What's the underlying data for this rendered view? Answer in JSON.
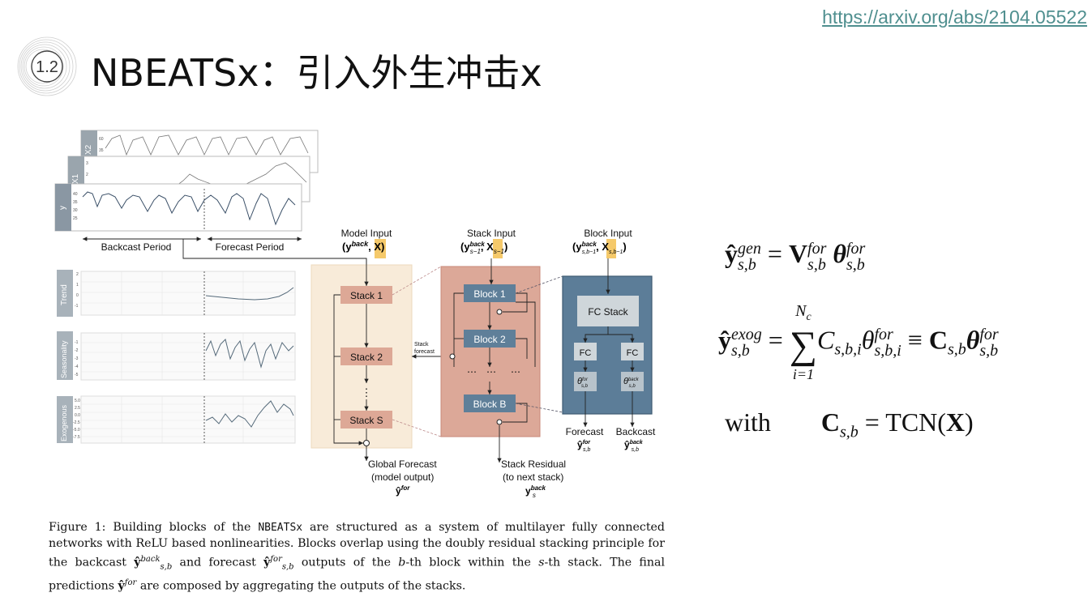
{
  "header": {
    "url": "https://arxiv.org/abs/2104.05522",
    "section_number": "1.2",
    "title": "NBEATSx：引入外生冲击x"
  },
  "figure": {
    "input_panels": [
      {
        "label": "X2",
        "ticks": [
          "60",
          "35"
        ]
      },
      {
        "label": "X1",
        "ticks": [
          "3",
          "2"
        ]
      },
      {
        "label": "y",
        "ticks": [
          "40",
          "35",
          "30",
          "25"
        ]
      }
    ],
    "period_labels": {
      "backcast": "Backcast Period",
      "forecast": "Forecast Period"
    },
    "component_panels": [
      {
        "label": "Trend",
        "ticks": [
          "2",
          "1",
          "0",
          "-1"
        ]
      },
      {
        "label": "Seasonality",
        "ticks": [
          "-1",
          "-2",
          "-3",
          "-4",
          "-5"
        ]
      },
      {
        "label": "Exogenous",
        "ticks": [
          "5.0",
          "2.5",
          "0.0",
          "-2.5",
          "-5.0",
          "-7.5"
        ]
      }
    ],
    "model_input": {
      "title": "Model Input",
      "formula": "(y",
      "sup": "back",
      "x": "X",
      "close": ")"
    },
    "stacks": [
      "Stack 1",
      "Stack 2",
      "⋮",
      "Stack S"
    ],
    "stack_forecast_label": [
      "Stack",
      "forecast"
    ],
    "stack_input": {
      "title": "Stack Input",
      "formula": "(y",
      "sup": "back",
      "sub": "s−1",
      "x": "X",
      "xsub": "s−1",
      "close": ")"
    },
    "blocks": [
      "Block 1",
      "Block 2",
      "Block B"
    ],
    "block_input": {
      "title": "Block Input",
      "formula": "(y",
      "sup": "back",
      "sub": "s,b−1",
      "x": "X",
      "xsub": "s,b−1",
      "close": ")"
    },
    "block_detail": {
      "fc_stack": "FC Stack",
      "fc_left": "FC",
      "fc_right": "FC",
      "theta": "θ",
      "theta_for_sup": "for",
      "theta_back_sup": "back",
      "theta_sub": "s,b"
    },
    "forecast_out": {
      "label": "Forecast",
      "sym": "ŷ",
      "sup": "for",
      "sub": "s,b"
    },
    "backcast_out": {
      "label": "Backcast",
      "sym": "ŷ",
      "sup": "back",
      "sub": "s,b"
    },
    "global_forecast": {
      "line1": "Global Forecast",
      "line2": "(model output)",
      "sym": "ŷ",
      "sup": "for"
    },
    "stack_residual": {
      "line1": "Stack Residual",
      "line2": "(to next stack)",
      "sym": "y",
      "sup": "back",
      "sub": "s"
    }
  },
  "caption": {
    "part1": "Figure 1: Building blocks of the ",
    "mono": "NBEATSx",
    "part2": " are structured as a system of multilayer fully connected networks with ReLU based nonlinearities. Blocks overlap using the doubly residual stacking principle for the backcast ",
    "sym1": "ŷ",
    "sym1_sup": "back",
    "sym1_sub": "s,b",
    "part3": " and forecast ",
    "sym2": "ŷ",
    "sym2_sup": "for",
    "sym2_sub": "s,b",
    "part4": " outputs of the ",
    "b_var": "b",
    "part5": "-th block within the ",
    "s_var": "s",
    "part6": "-th stack.  The final predictions ",
    "sym3": "ŷ",
    "sym3_sup": "for",
    "part7": " are composed by aggregating the outputs of the stacks."
  },
  "equations": {
    "eq1": {
      "lhs": "ŷ",
      "lhs_sup": "gen",
      "lhs_sub": "s,b",
      "eq": " = ",
      "v": "V",
      "v_sup": "for",
      "v_sub": "s,b",
      "theta": "θ",
      "theta_sup": "for",
      "theta_sub": "s,b"
    },
    "eq2": {
      "lhs": "ŷ",
      "lhs_sup": "exog",
      "lhs_sub": "s,b",
      "eq": " = ",
      "sum_top": "N",
      "sum_top_sub": "c",
      "sum": "∑",
      "sum_bottom": "i=1",
      "c": "C",
      "c_sub": "s,b,i",
      "theta": "θ",
      "theta_sup": "for",
      "theta_sub": "s,b,i",
      "equiv": " ≡ ",
      "C": "C",
      "C_sub": "s,b",
      "theta2": "θ",
      "theta2_sup": "for",
      "theta2_sub": "s,b"
    },
    "eq3": {
      "with": "with",
      "C": "C",
      "C_sub": "s,b",
      "eq": " = ",
      "tcn": "TCN(",
      "x": "X",
      "close": ")"
    }
  }
}
